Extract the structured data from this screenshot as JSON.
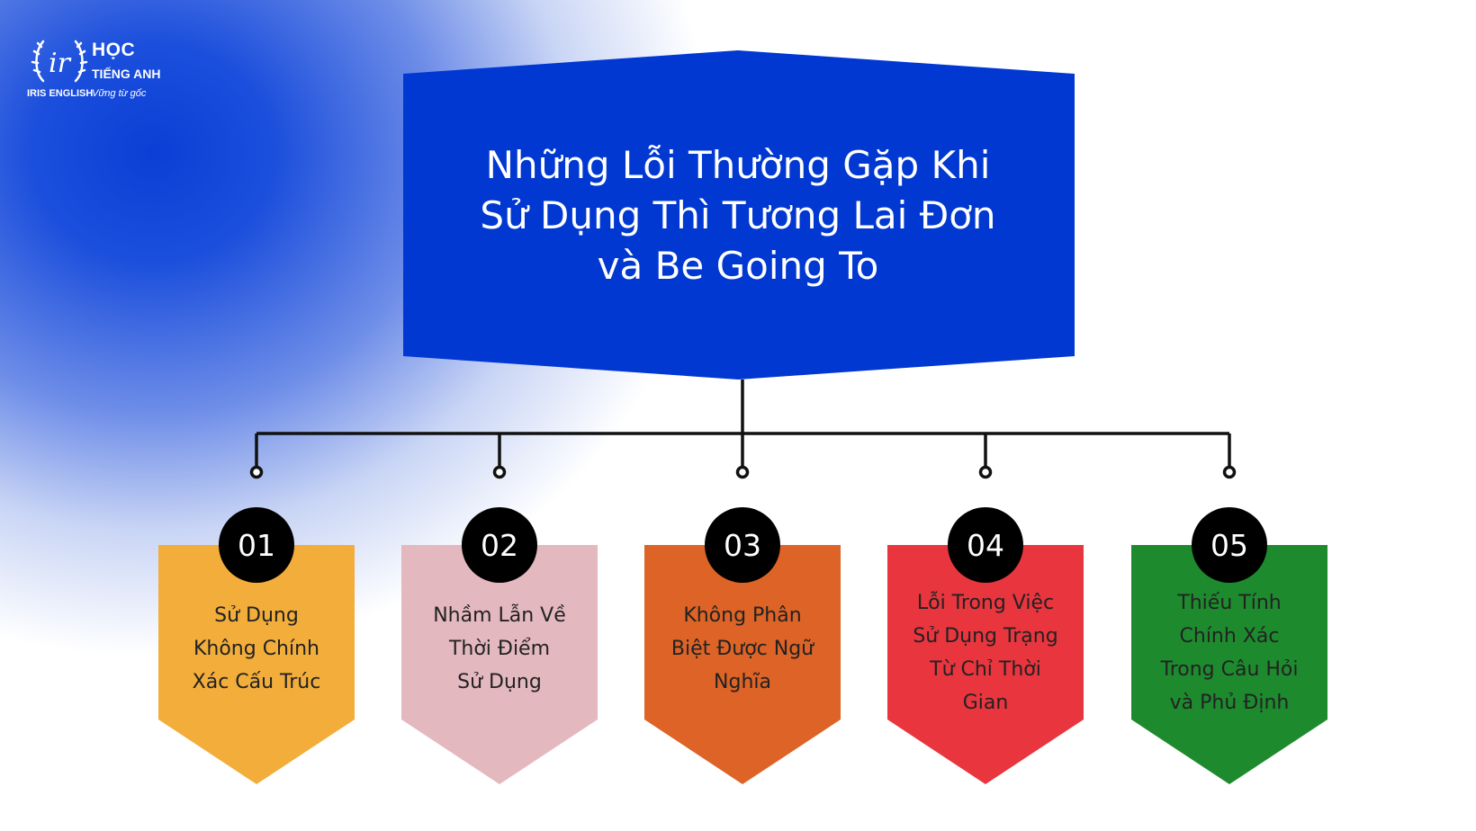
{
  "logo": {
    "emblem_text": "ir",
    "brand_line1": "HỌC",
    "brand_line2": "TIẾNG ANH",
    "brand_name": "IRIS ENGLISH",
    "slogan": "Vững từ gốc"
  },
  "title": "Những Lỗi Thường Gặp Khi\nSử Dụng Thì Tương Lai Đơn\nvà Be Going To",
  "colors": {
    "title_box": "#0038d1",
    "connector": "#111111",
    "badge": "#000000"
  },
  "items": [
    {
      "number": "01",
      "label": "Sử Dụng\nKhông Chính\nXác Cấu Trúc",
      "color": "#f2ad3a"
    },
    {
      "number": "02",
      "label": "Nhầm Lẫn Về\nThời Điểm\nSử Dụng",
      "color": "#e4b8bf"
    },
    {
      "number": "03",
      "label": "Không Phân\nBiệt Được Ngữ\nNghĩa",
      "color": "#dd6326"
    },
    {
      "number": "04",
      "label": "Lỗi Trong Việc\nSử Dụng Trạng\nTừ Chỉ Thời\nGian",
      "color": "#e8353e"
    },
    {
      "number": "05",
      "label": "Thiếu Tính\nChính Xác\nTrong Câu Hỏi\nvà Phủ Định",
      "color": "#1e8a2e"
    }
  ]
}
